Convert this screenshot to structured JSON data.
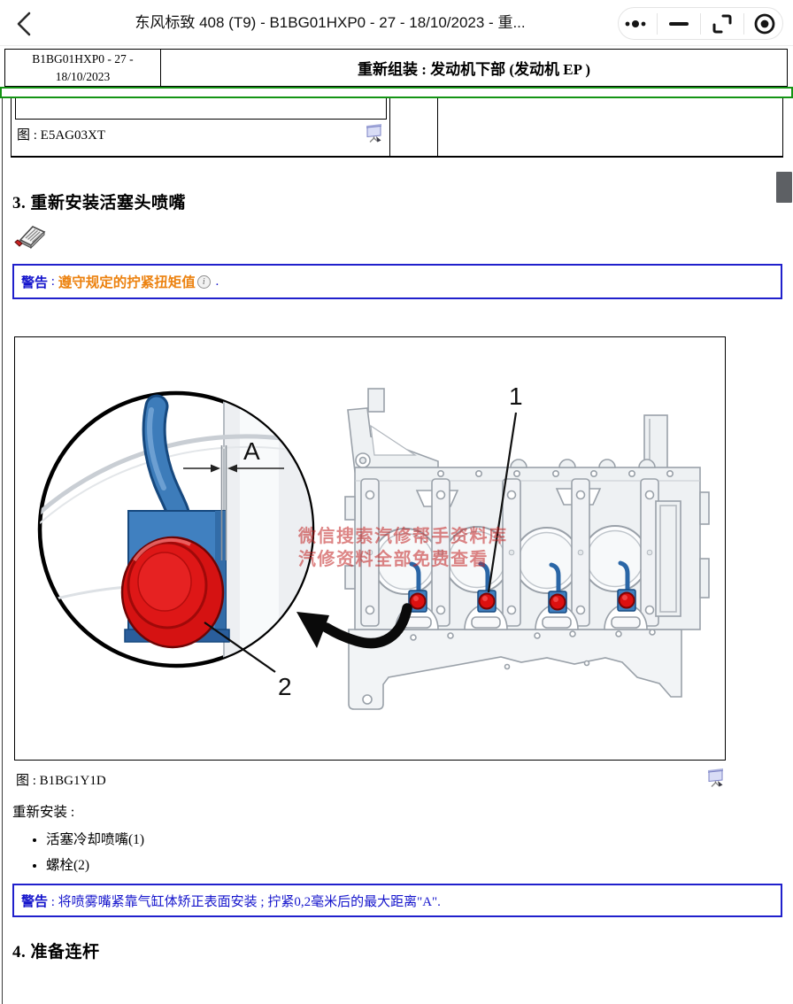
{
  "topbar": {
    "title": "东风标致 408 (T9) - B1BG01HXP0 - 27 - 18/10/2023 - 重...",
    "icons": {
      "back": "chevron-left",
      "more": "more-dots",
      "minimize": "minus",
      "restore": "resize-corners",
      "target": "circle-dot"
    }
  },
  "doc_header": {
    "ref_line1": "B1BG01HXP0 - 27 -",
    "ref_line2": "18/10/2023",
    "title": "重新组装 : 发动机下部 (发动机 EP )"
  },
  "top_figure": {
    "caption": "图 : E5AG03XT",
    "icon": "projector-screen"
  },
  "section3": {
    "heading": "3. 重新安装活塞头喷嘴",
    "note_icon": "keypad-note"
  },
  "warning1": {
    "label": "警告",
    "separator": " : ",
    "link_text": "遵守规定的拧紧扭矩值",
    "info_icon": "i",
    "suffix": " ."
  },
  "figure": {
    "caption": "图 : B1BG1Y1D",
    "icon": "projector-screen",
    "callout_a": "A",
    "callout_1": "1",
    "callout_2": "2",
    "watermark_line1": "微信搜索汽修帮手资料库",
    "watermark_line2": "汽修资料全部免费查看"
  },
  "reinstall": {
    "title": "重新安装 :",
    "items": [
      "活塞冷却喷嘴(1)",
      "螺栓(2)"
    ]
  },
  "warning2": {
    "label": "警告",
    "text": " : 将喷雾嘴紧靠气缸体矫正表面安装 ; 拧紧0,2毫米后的最大距离\"A\"."
  },
  "section4": {
    "heading": "4. 准备连杆"
  },
  "colors": {
    "warning_blue": "#1414cc",
    "link_orange": "#ec8210",
    "green_strip": "#149414",
    "watermark_red": "#c32222",
    "jet_blue": "#3f7fbe",
    "jet_red": "#dd1010",
    "scrollbar": "#5d6064"
  }
}
